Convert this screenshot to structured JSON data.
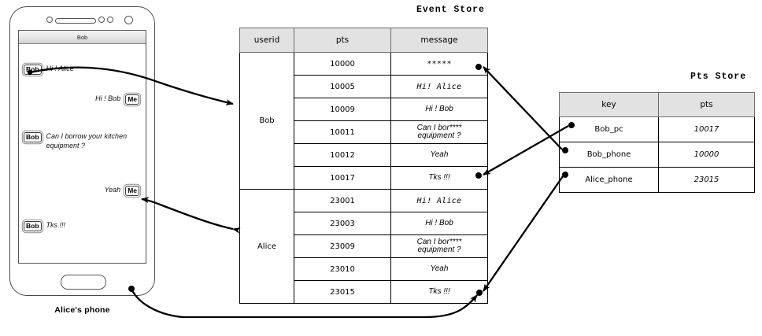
{
  "phone": {
    "label": "Alice's phone",
    "chat_title": "Bob",
    "messages": [
      {
        "sender": "Bob",
        "text": "Hi ! Alice",
        "side": "left"
      },
      {
        "sender": "Me",
        "text": "Hi ! Bob",
        "side": "right"
      },
      {
        "sender": "Bob",
        "text": "Can I borrow your kitchen\nequipment ?",
        "side": "left"
      },
      {
        "sender": "Me",
        "text": "Yeah",
        "side": "right"
      },
      {
        "sender": "Bob",
        "text": "Tks !!!",
        "side": "left"
      }
    ]
  },
  "event_store": {
    "title": "Event Store",
    "columns": [
      "userid",
      "pts",
      "message"
    ],
    "groups": [
      {
        "userid": "Bob",
        "rows": [
          {
            "pts": "10000",
            "message": "*****",
            "style": "mono"
          },
          {
            "pts": "10005",
            "message": "Hi! Alice",
            "style": "mono"
          },
          {
            "pts": "10009",
            "message": "Hi ! Bob",
            "style": "sans"
          },
          {
            "pts": "10011",
            "message": "Can I bor****\nequipment ?",
            "style": "sans"
          },
          {
            "pts": "10012",
            "message": "Yeah",
            "style": "sans"
          },
          {
            "pts": "10017",
            "message": "Tks !!!",
            "style": "sans"
          }
        ]
      },
      {
        "userid": "Alice",
        "rows": [
          {
            "pts": "23001",
            "message": "Hi! Alice",
            "style": "mono"
          },
          {
            "pts": "23003",
            "message": "Hi ! Bob",
            "style": "sans"
          },
          {
            "pts": "23009",
            "message": "Can I bor****\nequipment ?",
            "style": "sans"
          },
          {
            "pts": "23010",
            "message": "Yeah",
            "style": "sans"
          },
          {
            "pts": "23015",
            "message": "Tks !!!",
            "style": "sans"
          }
        ]
      }
    ]
  },
  "pts_store": {
    "title": "Pts Store",
    "columns": [
      "key",
      "pts"
    ],
    "rows": [
      {
        "key": "Bob_pc",
        "pts": "10017"
      },
      {
        "key": "Bob_phone",
        "pts": "10000"
      },
      {
        "key": "Alice_phone",
        "pts": "23015"
      }
    ]
  },
  "connectors": [
    {
      "name": "bob-message-to-event-store"
    },
    {
      "name": "me-yeah-to-alice-events"
    },
    {
      "name": "bob-phone-to-event-10000"
    },
    {
      "name": "bob-pc-to-event-10017"
    },
    {
      "name": "alice-phone-to-event-23015"
    },
    {
      "name": "phone-to-event-23015"
    }
  ],
  "colors": {
    "stroke": "#000000",
    "header_fill": "#e2e2e2",
    "phone_outline": "#4a4a4a"
  }
}
